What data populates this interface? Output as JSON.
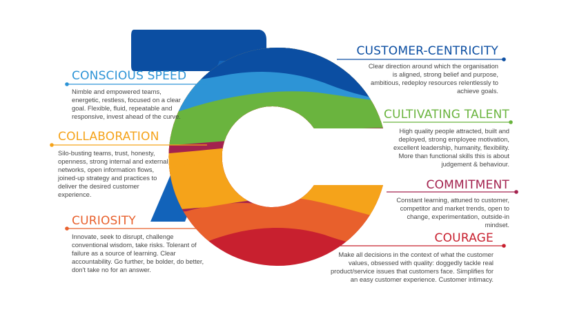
{
  "items": [
    {
      "title": "CUSTOMER-CENTRICITY",
      "color": "#0b4ea2",
      "text": "Clear direction around which the organisation is aligned, strong belief and purpose, ambitious, redeploy resources relentlessly to achieve goals."
    },
    {
      "title": "CONSCIOUS SPEED",
      "color": "#2d94d6",
      "text": "Nimble and empowered teams, energetic, restless, focused on a clear goal. Flexible, fluid, repeatable and responsive, invest ahead of the curve."
    },
    {
      "title": "CULTIVATING TALENT",
      "color": "#6ab43e",
      "text": "High quality people attracted, built and deployed, strong employee motivation, excellent leadership, humanity, flexibility. More than functional skills this is about judgement & behaviour."
    },
    {
      "title": "COLLABORATION",
      "color": "#f5a31a",
      "text": "Silo-busting teams, trust, honesty, openness, strong internal and external networks, open information flows, joined-up strategy and practices to deliver the desired customer experience."
    },
    {
      "title": "COMMITMENT",
      "color": "#a3224e",
      "text": "Constant learning, attuned to customer, competitor and market trends, open to change, experimentation, outside-in mindset."
    },
    {
      "title": "CURIOSITY",
      "color": "#e8602c",
      "text": "Innovate, seek to disrupt, challenge conventional wisdom, take risks. Tolerant of failure as a source of learning. Clear accountability. Go further, be bolder, do better, don't take no for an answer."
    },
    {
      "title": "COURAGE",
      "color": "#c8202f",
      "text": "Make all decisions in the context of what the customer values, obsessed with quality: doggedly tackle real product/service issues that customers face. Simplifies for an easy customer experience. Customer intimacy."
    }
  ]
}
